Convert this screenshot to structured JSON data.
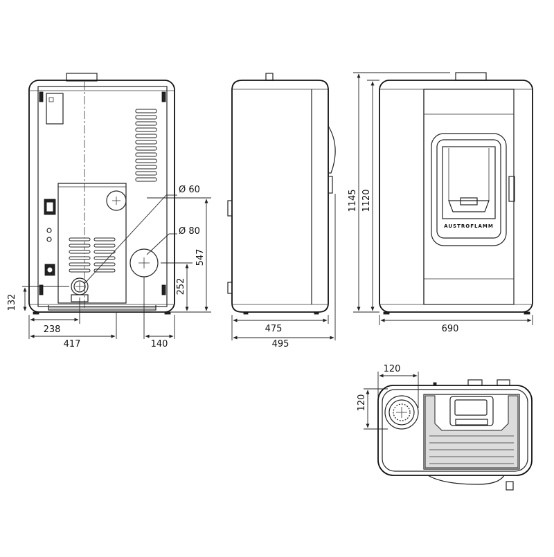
{
  "drawing": {
    "brand": "AUSTROFLAMM",
    "dimensions": {
      "diameter_60": "Ø 60",
      "diameter_80": "Ø 80",
      "h_132": "132",
      "w_238": "238",
      "w_417": "417",
      "w_140": "140",
      "h_252": "252",
      "h_547": "547",
      "d_475": "475",
      "d_495": "495",
      "h_1145": "1145",
      "h_1120": "1120",
      "w_690": "690",
      "top_120_x": "120",
      "top_120_y": "120"
    }
  }
}
